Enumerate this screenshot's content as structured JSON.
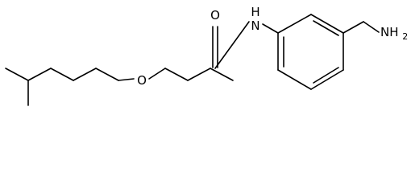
{
  "colors": {
    "bond": "#000000",
    "background": "#ffffff"
  },
  "atoms": {
    "oxygen_ether": "O",
    "oxygen_carbonyl": "O",
    "amide_n": "N",
    "amide_h": "H",
    "amine_n": "NH",
    "amine_sub": "2"
  }
}
